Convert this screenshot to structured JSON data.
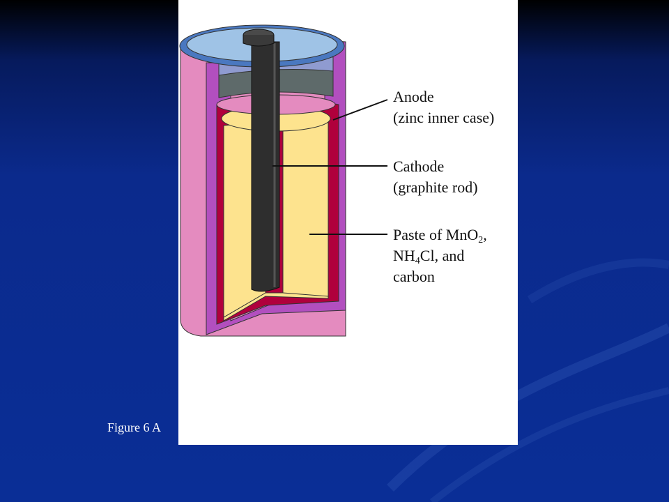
{
  "slide": {
    "caption": "Figure 6 A"
  },
  "diagram": {
    "labels": {
      "anode_line1": "Anode",
      "anode_line2": "(zinc inner case)",
      "cathode_line1": "Cathode",
      "cathode_line2": "(graphite rod)",
      "paste_line1_text": "Paste of MnO",
      "paste_line1_sub": "2",
      "paste_line1_tail": ",",
      "paste_line2_text": "NH",
      "paste_line2_sub": "4",
      "paste_line2_tail": "Cl, and",
      "paste_line3": "carbon"
    }
  },
  "colors": {
    "background": "#0b2a8c",
    "outer_case": "#e48bbf",
    "zinc_case": "#b24fbf",
    "inner_lining": "#b0003c",
    "paste": "#fde38e",
    "rod": "#2e2e2e",
    "seal": "#5e6a6a",
    "top_cap": "#9fc3e6"
  }
}
